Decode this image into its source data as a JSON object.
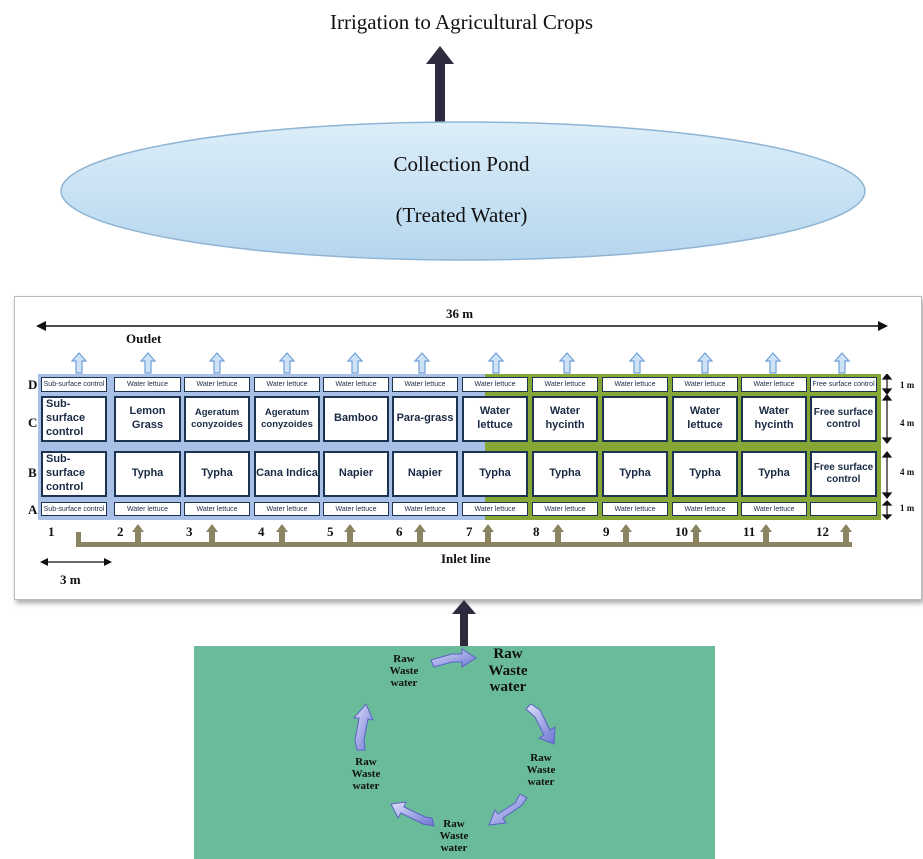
{
  "top_label": "Irrigation to Agricultural Crops",
  "pond": {
    "line1": "Collection Pond",
    "line2": "(Treated Water)"
  },
  "layout_plan": {
    "width_label": "36 m",
    "outlet_label": "Outlet",
    "inlet_label": "Inlet line",
    "cell_width_label": "3 m",
    "row_labels": [
      "D",
      "C",
      "B",
      "A"
    ],
    "row_heights": [
      "1 m",
      "4 m",
      "4 m",
      "1 m"
    ],
    "column_numbers": [
      "1",
      "2",
      "3",
      "4",
      "5",
      "6",
      "7",
      "8",
      "9",
      "10",
      "11",
      "12"
    ],
    "row_D": [
      "Sub-surface control",
      "Water lettuce",
      "Water lettuce",
      "Water lettuce",
      "Water lettuce",
      "Water lettuce",
      "Water lettuce",
      "Water lettuce",
      "Water lettuce",
      "Water lettuce",
      "Water lettuce",
      "Free surface control"
    ],
    "row_C": [
      "Sub-surface control",
      "Lemon Grass",
      "Ageratum conyzoides",
      "Ageratum conyzoides",
      "Bamboo",
      "Para-grass",
      "Water lettuce",
      "Water hycinth",
      "",
      "Water lettuce",
      "Water hycinth",
      "Free surface control"
    ],
    "row_B": [
      "Sub-surface control",
      "Typha",
      "Typha",
      "Cana Indica",
      "Napier",
      "Napier",
      "Typha",
      "Typha",
      "Typha",
      "Typha",
      "Typha",
      "Free surface control"
    ],
    "row_A": [
      "Sub-surface control",
      "Water lettuce",
      "Water lettuce",
      "Water lettuce",
      "Water lettuce",
      "Water lettuce",
      "Water lettuce",
      "Water lettuce",
      "Water lettuce",
      "Water lettuce",
      "Water lettuce",
      ""
    ]
  },
  "tank": {
    "label_top_left": "Raw Waste water",
    "label_top_right": "Raw Waste water",
    "label_right": "Raw Waste water",
    "label_bottom": "Raw Waste water",
    "label_left": "Raw Waste water"
  },
  "colors": {
    "pond_fill": "#c9e3f4",
    "plan_blue": "#a8bfe6",
    "plan_green": "#86a636",
    "cell_border": "#1d3352",
    "inlet_pipe": "#8a8463",
    "outlet_arrow": "#9ec3ec",
    "tank_fill": "#6abb9a",
    "up_arrow": "#2f2a3e",
    "cycle_arrow": "#7b82d6"
  }
}
